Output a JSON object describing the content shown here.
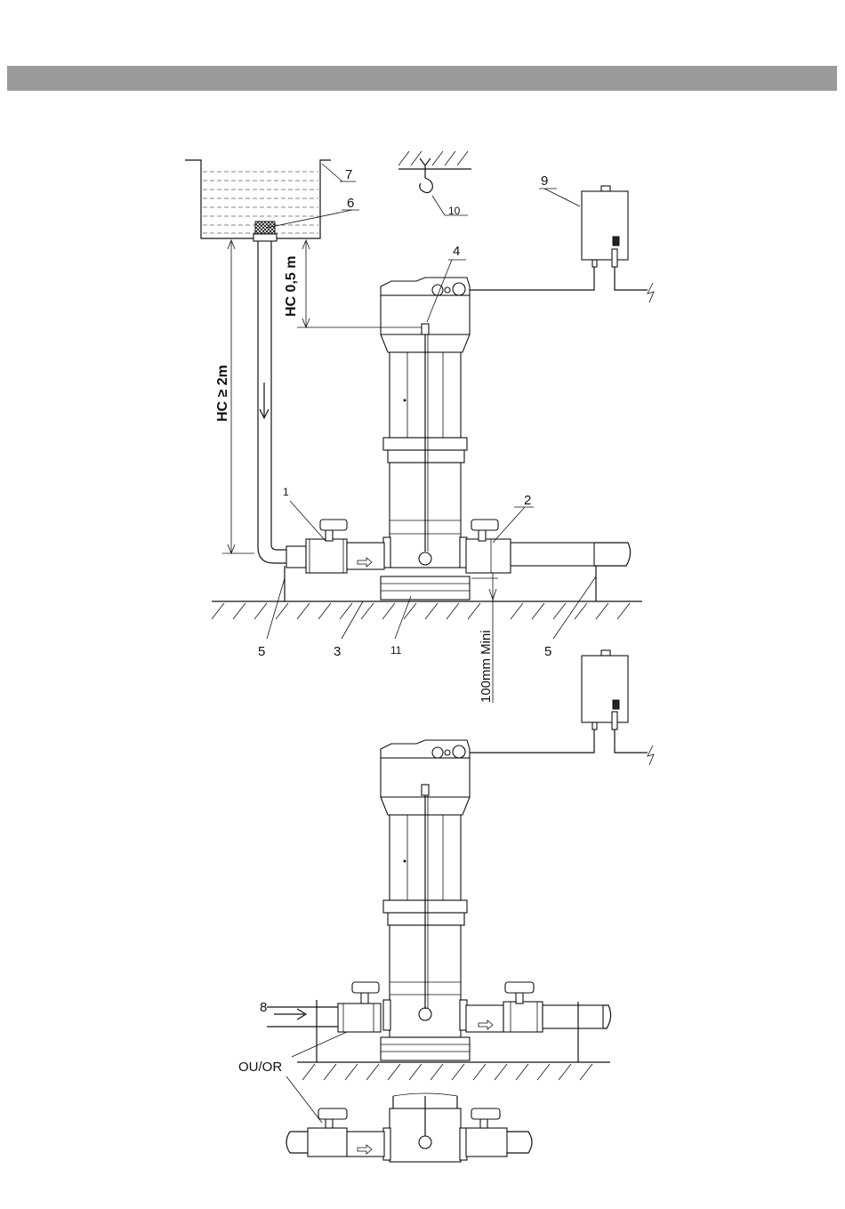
{
  "labels": {
    "n1": "1",
    "n2": "2",
    "n3": "3",
    "n4": "4",
    "n5a": "5",
    "n5b": "5",
    "n6": "6",
    "n7": "7",
    "n8": "8",
    "n9": "9",
    "n10": "10",
    "n11": "11"
  },
  "dimensions": {
    "hc_min": "HC ≥ 2m",
    "hc_submerge": "HC 0,5 m",
    "clearance": "100mm Mini"
  },
  "alternative": "OU/OR"
}
